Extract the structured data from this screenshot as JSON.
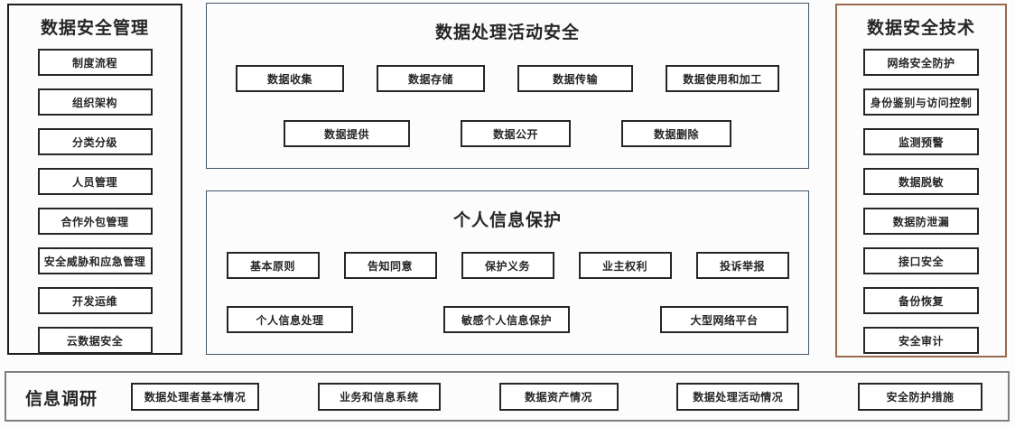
{
  "colors": {
    "background": "#fcfcfc",
    "management_border": "#1c1c1c",
    "processing_border": "#44546a",
    "personal_border": "#44546a",
    "technology_border": "#9a6a4f",
    "research_border": "#7f7f7f",
    "node_border": "#262626",
    "text": "#262626"
  },
  "diagram": {
    "management": {
      "title": "数据安全管理",
      "items": [
        "制度流程",
        "组织架构",
        "分类分级",
        "人员管理",
        "合作外包管理",
        "安全威胁和应急管理",
        "开发运维",
        "云数据安全"
      ]
    },
    "processing": {
      "title": "数据处理活动安全",
      "row1": [
        "数据收集",
        "数据存储",
        "数据传输",
        "数据使用和加工"
      ],
      "row2": [
        "数据提供",
        "数据公开",
        "数据删除"
      ]
    },
    "personal": {
      "title": "个人信息保护",
      "row1": [
        "基本原则",
        "告知同意",
        "保护义务",
        "业主权利",
        "投诉举报"
      ],
      "row2": [
        "个人信息处理",
        "敏感个人信息保护",
        "大型网络平台"
      ]
    },
    "technology": {
      "title": "数据安全技术",
      "items": [
        "网络安全防护",
        "身份鉴别与访问控制",
        "监测预警",
        "数据脱敏",
        "数据防泄漏",
        "接口安全",
        "备份恢复",
        "安全审计"
      ]
    },
    "research": {
      "label": "信息调研",
      "items": [
        "数据处理者基本情况",
        "业务和信息系统",
        "数据资产情况",
        "数据处理活动情况",
        "安全防护措施"
      ]
    }
  }
}
